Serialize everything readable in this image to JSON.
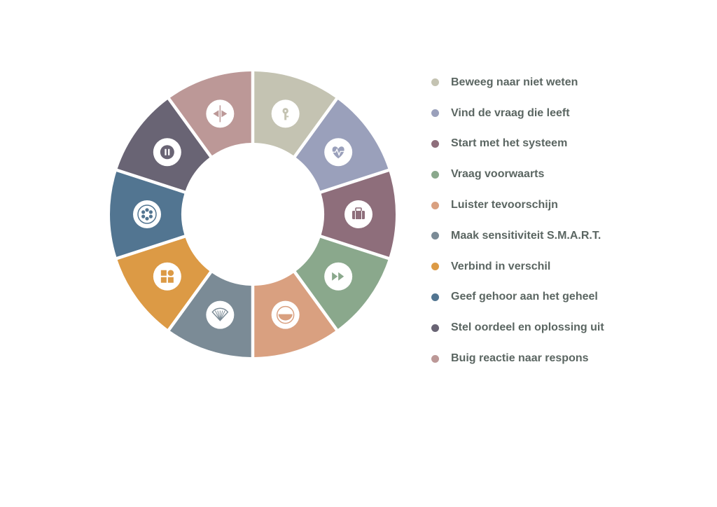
{
  "segments": [
    {
      "label": "Beweeg naar niet weten",
      "color": "#c4c3b2",
      "icon": "key-icon"
    },
    {
      "label": "Vind de vraag die leeft",
      "color": "#9aa0bb",
      "icon": "heart-pulse-icon"
    },
    {
      "label": "Start met het systeem",
      "color": "#8e6e7b",
      "icon": "briefcase-icon"
    },
    {
      "label": "Vraag voorwaarts",
      "color": "#8aa88c",
      "icon": "fast-forward-icon"
    },
    {
      "label": "Luister tevoorschijn",
      "color": "#d9a080",
      "icon": "bowl-icon"
    },
    {
      "label": "Maak sensitiviteit S.M.A.R.T.",
      "color": "#7b8b96",
      "icon": "fan-icon"
    },
    {
      "label": "Verbind in verschil",
      "color": "#dc9a45",
      "icon": "shapes-icon"
    },
    {
      "label": "Geef gehoor aan het geheel",
      "color": "#527591",
      "icon": "film-reel-icon"
    },
    {
      "label": "Stel oordeel en oplossing uit",
      "color": "#696474",
      "icon": "pause-icon"
    },
    {
      "label": "Buig reactie naar respons",
      "color": "#bc9897",
      "icon": "split-arrows-icon"
    }
  ]
}
